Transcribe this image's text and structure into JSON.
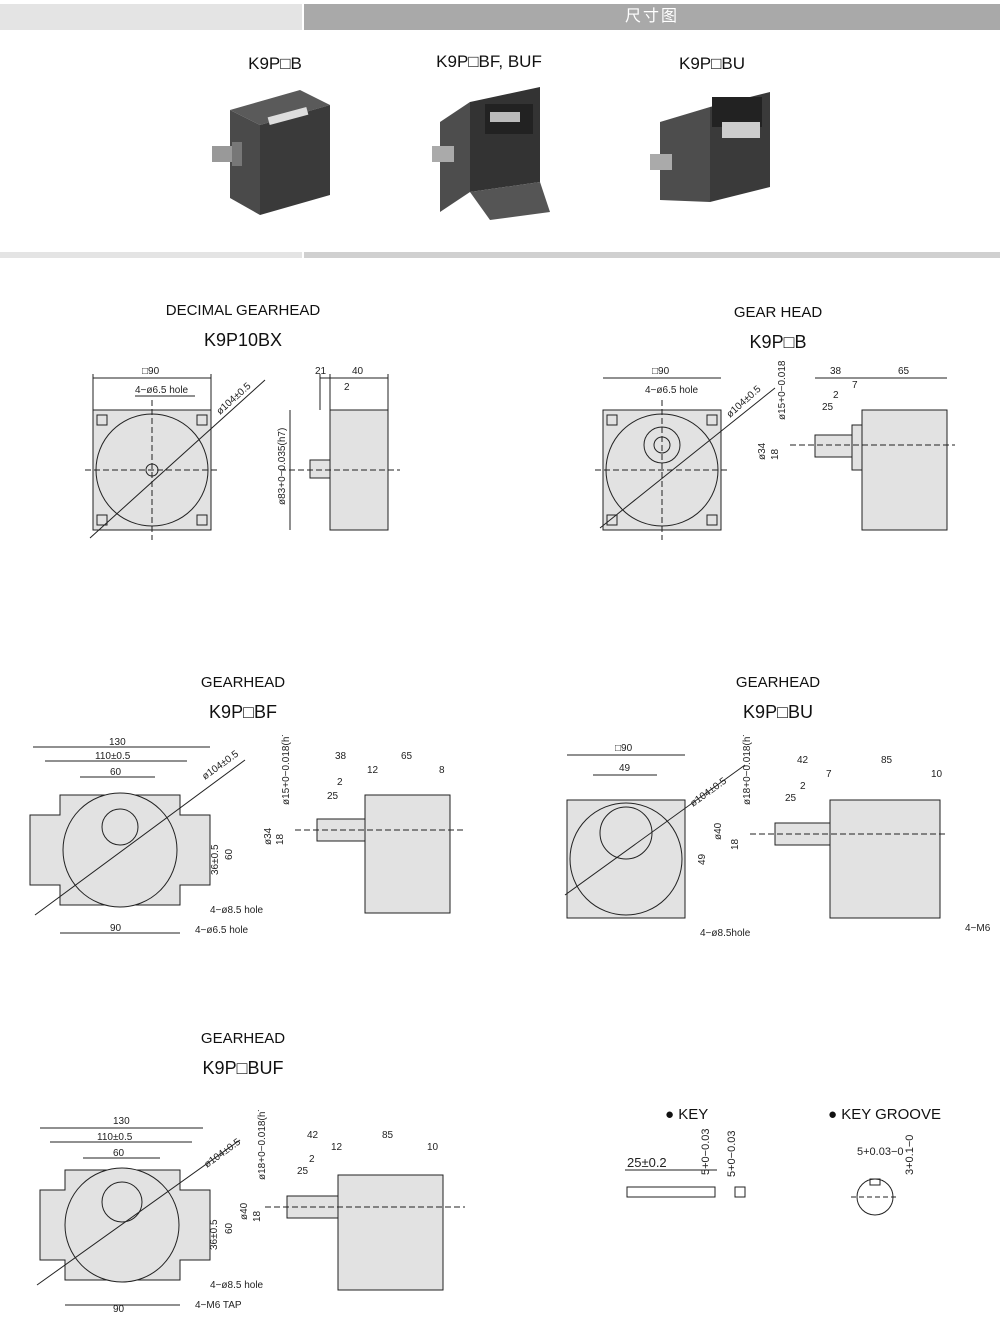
{
  "banner": {
    "title": "尺寸图"
  },
  "products": [
    {
      "model": "K9P□B"
    },
    {
      "model": "K9P□BF, BUF"
    },
    {
      "model": "K9P□BU"
    }
  ],
  "sections": {
    "s1": {
      "title": "DECIMAL  GEARHEAD",
      "model": "K9P10BX"
    },
    "s2": {
      "title": "GEAR  HEAD",
      "model": "K9P□B"
    },
    "s3": {
      "title": "GEARHEAD",
      "model": "K9P□BF"
    },
    "s4": {
      "title": "GEARHEAD",
      "model": "K9P□BU"
    },
    "s5": {
      "title": "GEARHEAD",
      "model": "K9P□BUF"
    }
  },
  "key": {
    "key_title": "● KEY",
    "groove_title": "● KEY  GROOVE"
  },
  "dims": {
    "sq90": "□90",
    "hole65": "4−ø6.5 hole",
    "d104": "ø104±0.5",
    "d21": "21",
    "d40": "40",
    "d2": "2",
    "d83": "ø83+0−0.035(h7)",
    "d38": "38",
    "d65": "65",
    "d7": "7",
    "d25": "25",
    "d15": "ø15+0−0.018(h7)",
    "d34": "ø34",
    "d18": "18",
    "d130": "130",
    "d110": "110±0.5",
    "d60": "60",
    "d12": "12",
    "d8": "8",
    "d36": "36±0.5",
    "d60v": "60",
    "hole85": "4−ø8.5 hole",
    "hole65b": "4−ø6.5 hole",
    "d90": "90",
    "d49": "49",
    "d42": "42",
    "d85": "85",
    "d10": "10",
    "d18h7": "ø18+0−0.018(h7)",
    "dph40": "ø40",
    "hole85b": "4−ø8.5hole",
    "m6": "4−M6",
    "m6tap": "4−M6  TAP",
    "key25": "25±0.2",
    "key5a": "5+0−0.03",
    "key5b": "5+0−0.03",
    "grv5": "5+0.03−0",
    "grv3": "3+0.1−0"
  }
}
